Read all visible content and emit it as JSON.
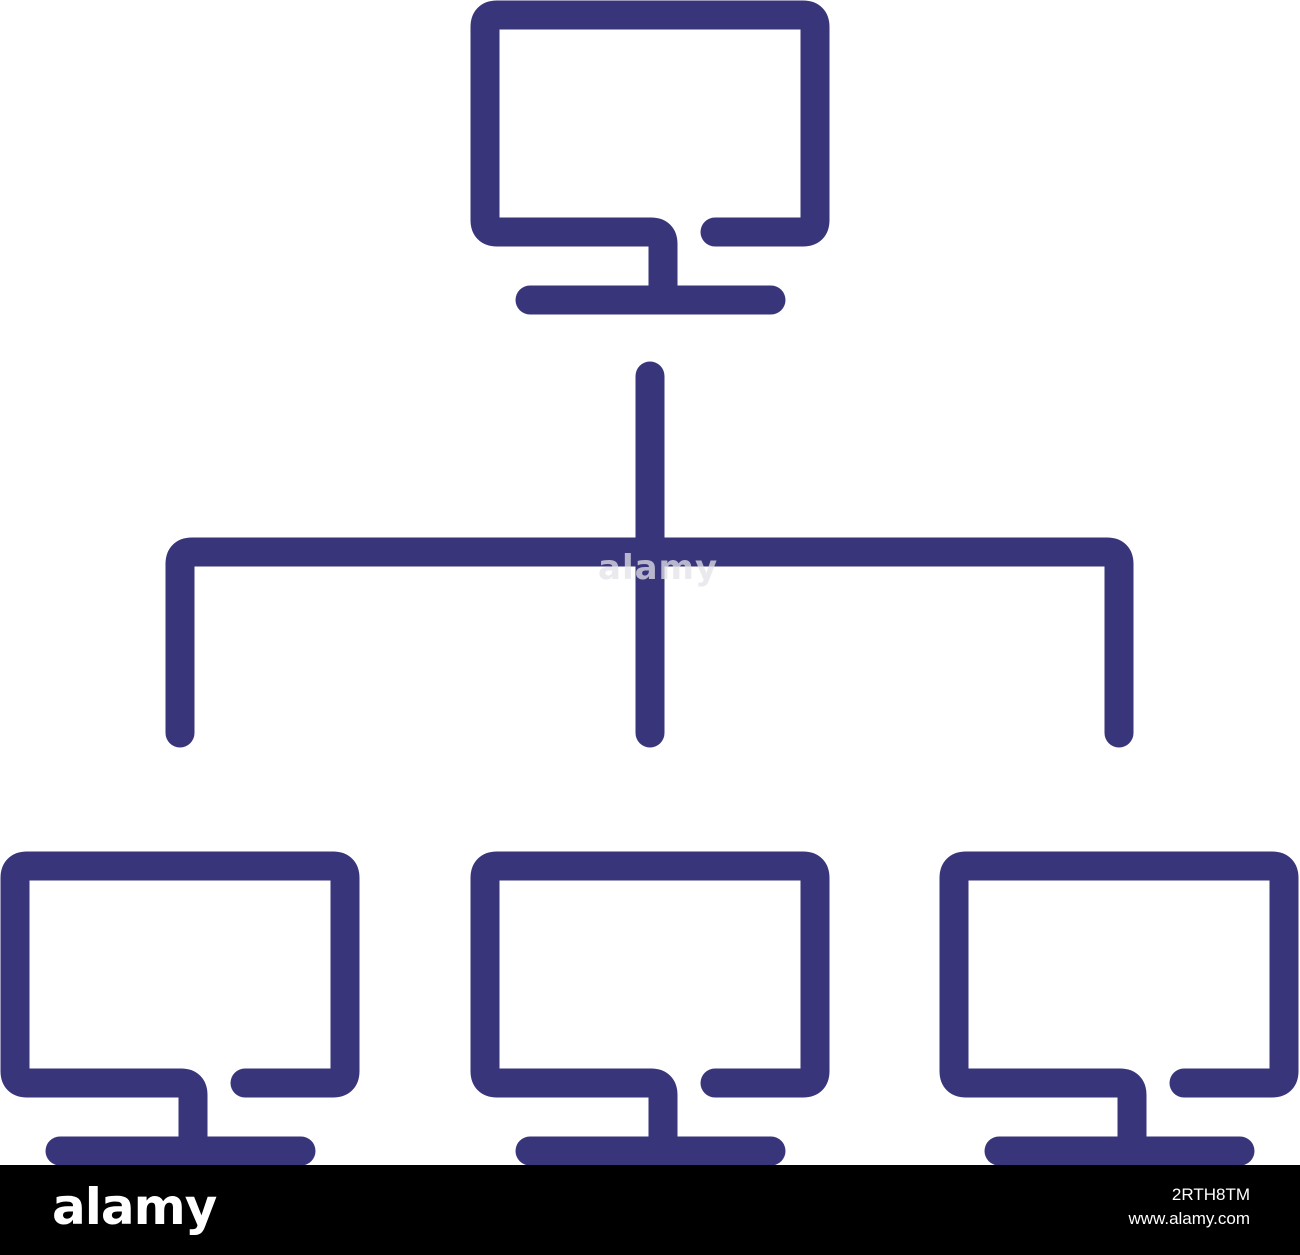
{
  "colors": {
    "stroke": "#39357a",
    "background": "#ffffff",
    "footer_background": "#000000",
    "footer_text": "#ffffff"
  },
  "diagram": {
    "type": "network-hierarchy",
    "nodes": [
      {
        "name": "server-monitor-icon",
        "level": "top"
      },
      {
        "name": "client-monitor-icon-left",
        "level": "bottom"
      },
      {
        "name": "client-monitor-icon-center",
        "level": "bottom"
      },
      {
        "name": "client-monitor-icon-right",
        "level": "bottom"
      }
    ],
    "edges": [
      {
        "from": "server-monitor-icon",
        "to": "client-monitor-icon-left"
      },
      {
        "from": "server-monitor-icon",
        "to": "client-monitor-icon-center"
      },
      {
        "from": "server-monitor-icon",
        "to": "client-monitor-icon-right"
      }
    ]
  },
  "watermark": {
    "text": "alamy"
  },
  "footer": {
    "logo": "alamy",
    "image_id": "2RTH8TM",
    "site": "www.alamy.com"
  }
}
